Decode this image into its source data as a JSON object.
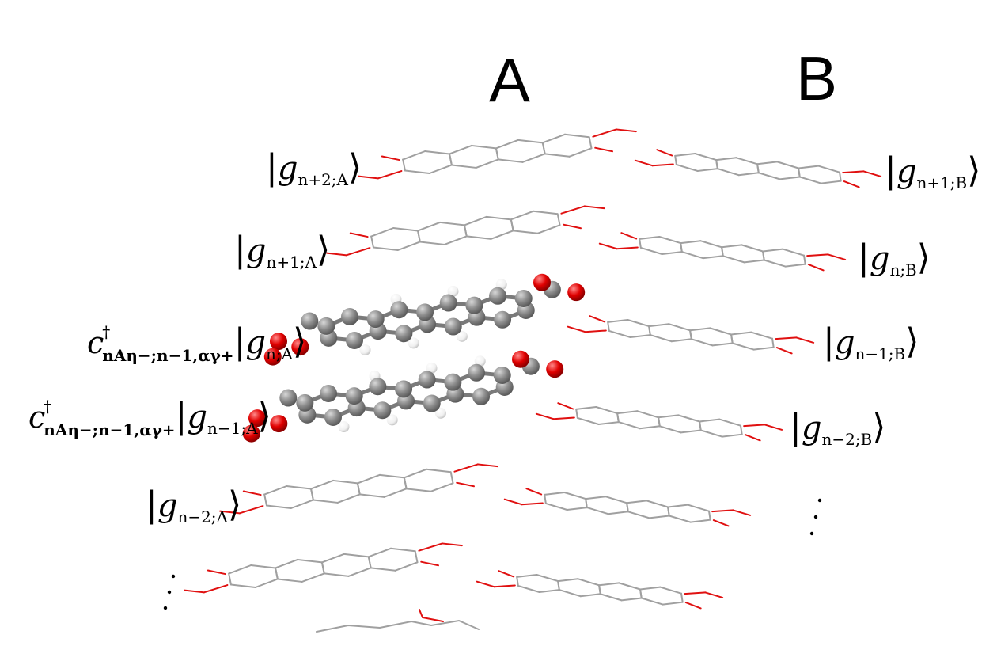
{
  "columns": {
    "left": "A",
    "right": "B"
  },
  "labels_A": [
    {
      "id": "gA_n_plus_2",
      "bracket_left": "|",
      "g": "g",
      "sub": "n+2;A",
      "bracket_right": "⟩"
    },
    {
      "id": "gA_n_plus_1",
      "bracket_left": "|",
      "g": "g",
      "sub": "n+1;A",
      "bracket_right": "⟩"
    },
    {
      "id": "cA_n",
      "creation": "c",
      "dagger": "†",
      "csub": "nAη−;n−1,αγ+",
      "bracket_left": "|",
      "g": "g",
      "sub": "n;A",
      "bracket_right": "⟩"
    },
    {
      "id": "cA_n_minus_1",
      "creation": "c",
      "dagger": "†",
      "csub": "nAη−;n−1,αγ+",
      "bracket_left": "|",
      "g": "g",
      "sub": "n−1;A",
      "bracket_right": "⟩"
    },
    {
      "id": "gA_n_minus_2",
      "bracket_left": "|",
      "g": "g",
      "sub": "n−2;A",
      "bracket_right": "⟩"
    }
  ],
  "labels_B": [
    {
      "id": "gB_n_plus_1",
      "bracket_left": "|",
      "g": "g",
      "sub": "n+1;B",
      "bracket_right": "⟩"
    },
    {
      "id": "gB_n",
      "bracket_left": "|",
      "g": "g",
      "sub": "n;B",
      "bracket_right": "⟩"
    },
    {
      "id": "gB_n_minus_1",
      "bracket_left": "|",
      "g": "g",
      "sub": "n−1;B",
      "bracket_right": "⟩"
    },
    {
      "id": "gB_n_minus_2",
      "bracket_left": "|",
      "g": "g",
      "sub": "n−2;B",
      "bracket_right": "⟩"
    }
  ],
  "colors": {
    "carbon": "#8c8c8c",
    "oxygen": "#e00000",
    "hydrogen": "#f2f2f2",
    "bond": "#a0a0a0",
    "oxygen_bond": "#e01010"
  }
}
